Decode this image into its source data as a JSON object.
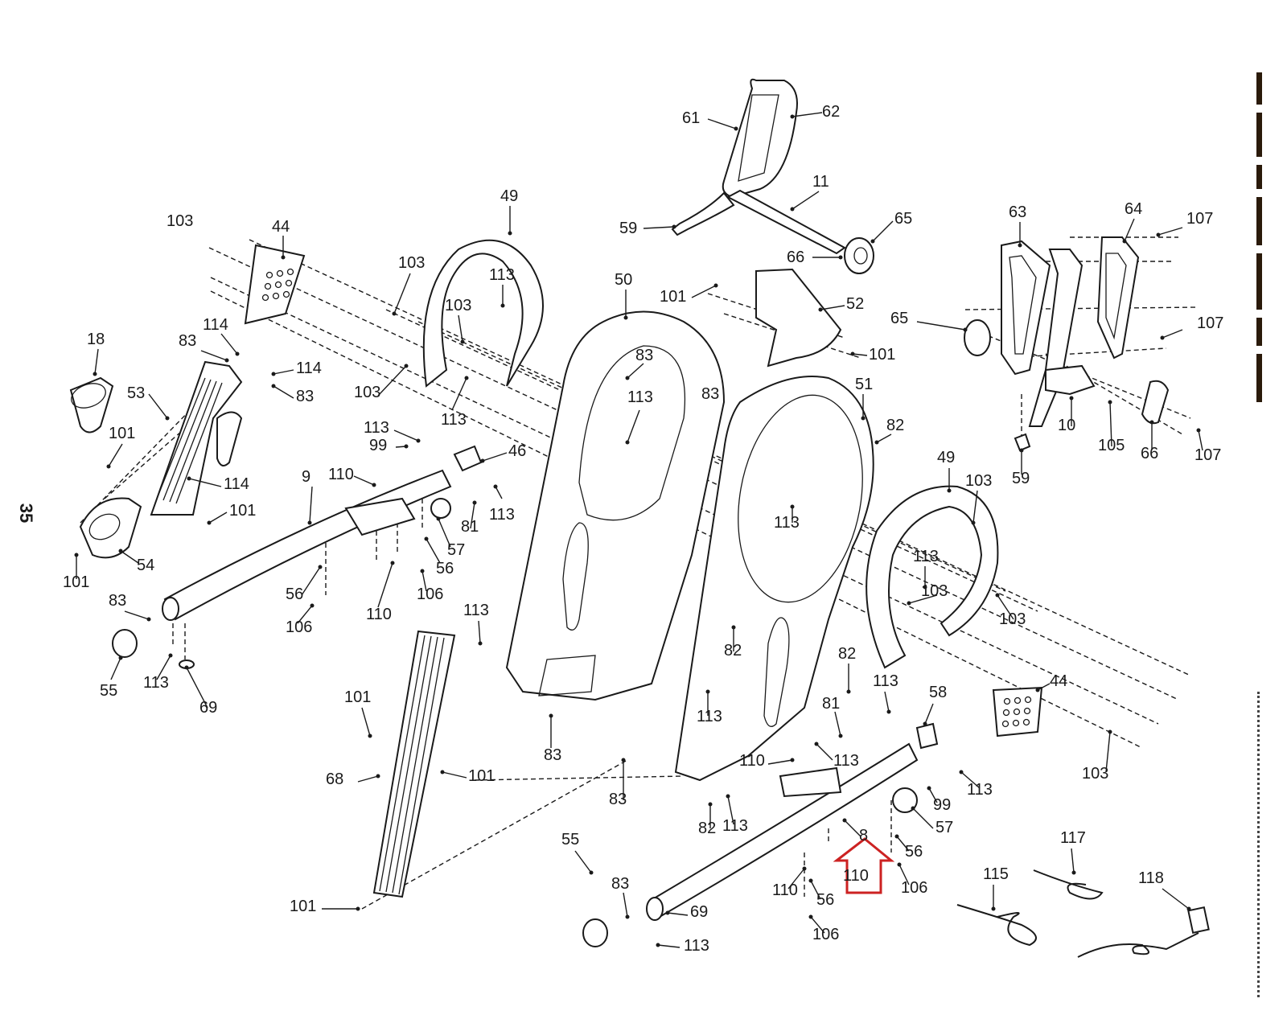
{
  "page": {
    "page_number": "35",
    "highlight_color": "#cc2222",
    "line_color": "#1a1a1a"
  },
  "highlight": {
    "shape": "up-arrow",
    "target_part": "110"
  },
  "parts": {
    "right_upper_body_arm": "11",
    "handlebar_grip_left": "61",
    "handlebar_grip_right": "62",
    "handlebar_grip_inner": "63",
    "handlebar_grip_outer": "64",
    "bushing": "65",
    "bushing_cap": "66",
    "end_cap_59": "59",
    "left_upper_arm": "10",
    "pedal_44": "44",
    "cup_holder": "18",
    "console_53": "53",
    "console_54": "54",
    "disc_cover_49": "49",
    "left_shield": "50",
    "right_shield": "51",
    "shield_cover": "52",
    "left_pedal_arm": "9",
    "right_pedal_arm": "8",
    "arm_cap": "46",
    "wheel_57": "57",
    "bumper_56": "56",
    "leveler_55": "55",
    "foot_69": "69",
    "rail_68": "68",
    "pedal_cap_58": "58",
    "sensor_81": "81",
    "wire_115": "115",
    "wire_117": "117",
    "adapter_118": "118"
  },
  "labels": [
    "61",
    "62",
    "11",
    "59",
    "65",
    "66",
    "49",
    "103",
    "44",
    "103",
    "113",
    "103",
    "103",
    "113",
    "50",
    "83",
    "113",
    "83",
    "101",
    "52",
    "101",
    "63",
    "64",
    "107",
    "65",
    "107",
    "10",
    "105",
    "66",
    "107",
    "59",
    "18",
    "114",
    "83",
    "114",
    "83",
    "53",
    "101",
    "114",
    "101",
    "54",
    "101",
    "113",
    "99",
    "46",
    "9",
    "110",
    "81",
    "113",
    "57",
    "56",
    "106",
    "110",
    "56",
    "106",
    "83",
    "55",
    "113",
    "69",
    "51",
    "82",
    "113",
    "49",
    "103",
    "113",
    "103",
    "103",
    "113",
    "82",
    "113",
    "82",
    "113",
    "101",
    "68",
    "101",
    "101",
    "83",
    "83",
    "82",
    "113",
    "81",
    "110",
    "113",
    "58",
    "113",
    "44",
    "103",
    "99",
    "57",
    "8",
    "56",
    "110",
    "106",
    "110",
    "56",
    "106",
    "55",
    "83",
    "69",
    "113",
    "115",
    "117",
    "118"
  ]
}
